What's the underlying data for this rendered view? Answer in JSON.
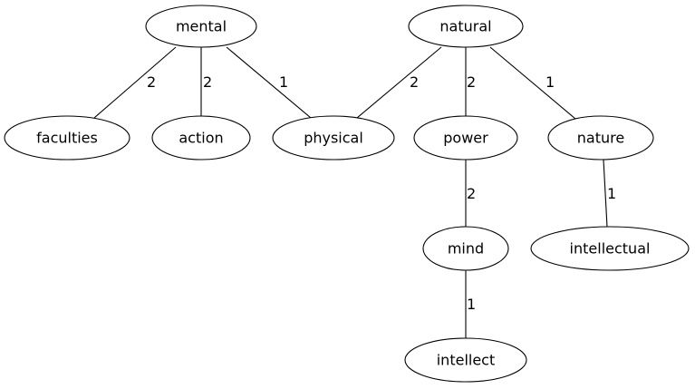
{
  "graph": {
    "nodes": [
      {
        "id": "mental",
        "label": "mental"
      },
      {
        "id": "natural",
        "label": "natural"
      },
      {
        "id": "faculties",
        "label": "faculties"
      },
      {
        "id": "action",
        "label": "action"
      },
      {
        "id": "physical",
        "label": "physical"
      },
      {
        "id": "power",
        "label": "power"
      },
      {
        "id": "nature",
        "label": "nature"
      },
      {
        "id": "mind",
        "label": "mind"
      },
      {
        "id": "intellectual",
        "label": "intellectual"
      },
      {
        "id": "intellect",
        "label": "intellect"
      }
    ],
    "edges": [
      {
        "id": "mental-faculties",
        "from": "mental",
        "to": "faculties",
        "weight": "2"
      },
      {
        "id": "mental-action",
        "from": "mental",
        "to": "action",
        "weight": "2"
      },
      {
        "id": "mental-physical",
        "from": "mental",
        "to": "physical",
        "weight": "1"
      },
      {
        "id": "natural-physical",
        "from": "natural",
        "to": "physical",
        "weight": "2"
      },
      {
        "id": "natural-power",
        "from": "natural",
        "to": "power",
        "weight": "2"
      },
      {
        "id": "natural-nature",
        "from": "natural",
        "to": "nature",
        "weight": "1"
      },
      {
        "id": "power-mind",
        "from": "power",
        "to": "mind",
        "weight": "2"
      },
      {
        "id": "nature-intellectual",
        "from": "nature",
        "to": "intellectual",
        "weight": "1"
      },
      {
        "id": "mind-intellect",
        "from": "mind",
        "to": "intellect",
        "weight": "1"
      }
    ]
  }
}
